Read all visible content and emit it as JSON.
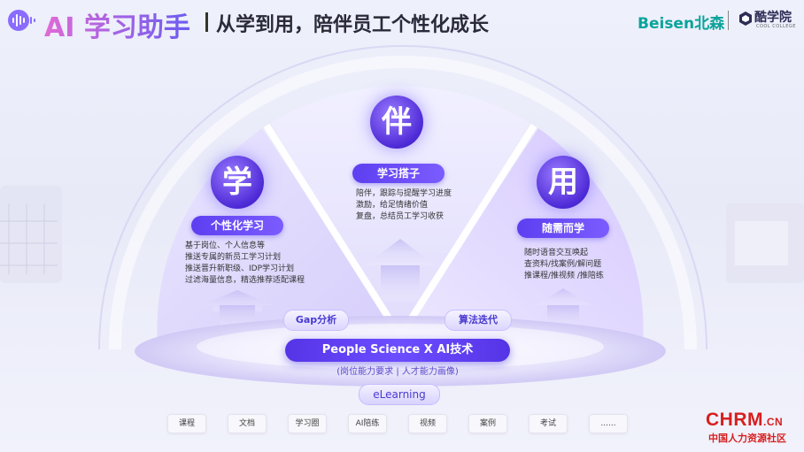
{
  "header": {
    "title_ai": "AI 学习助手",
    "subtitle": "从学到用，陪伴员工个性化成长",
    "logo_beisen": "Beisen北森",
    "logo_cool": "酷学院",
    "logo_cool_sub": "COOL COLLEGE"
  },
  "sections": [
    {
      "char": "学",
      "label": "个性化学习",
      "lines": [
        "基于岗位、个人信息等",
        "推送专属的新员工学习计划",
        "推送晋升新职级、IDP学习计划",
        "过滤海量信息，精选推荐适配课程"
      ]
    },
    {
      "char": "伴",
      "label": "学习搭子",
      "lines": [
        "陪伴，跟踪与提醒学习进度",
        "激励，给足情绪价值",
        "复盘，总结员工学习收获"
      ]
    },
    {
      "char": "用",
      "label": "随需而学",
      "lines": [
        "随时语音交互唤起",
        "查资料/找案例/解问题",
        "推课程/推视频 /推陪练"
      ]
    }
  ],
  "gap_label": "Gap分析",
  "algo_label": "算法迭代",
  "core": {
    "label": "People Science X AI技术",
    "sub": "(岗位能力要求   |   人才能力画像)"
  },
  "elearning": "eLearning",
  "chips": [
    "课程",
    "文档",
    "学习圈",
    "AI陪练",
    "视频",
    "案例",
    "考试",
    "......"
  ],
  "watermark": {
    "main": "CHRM",
    "suffix": ".CN",
    "sub": "中国人力资源社区"
  },
  "colors": {
    "accent": "#5e3ff0",
    "teal": "#0aa39a",
    "watermark": "#d61f1f"
  }
}
